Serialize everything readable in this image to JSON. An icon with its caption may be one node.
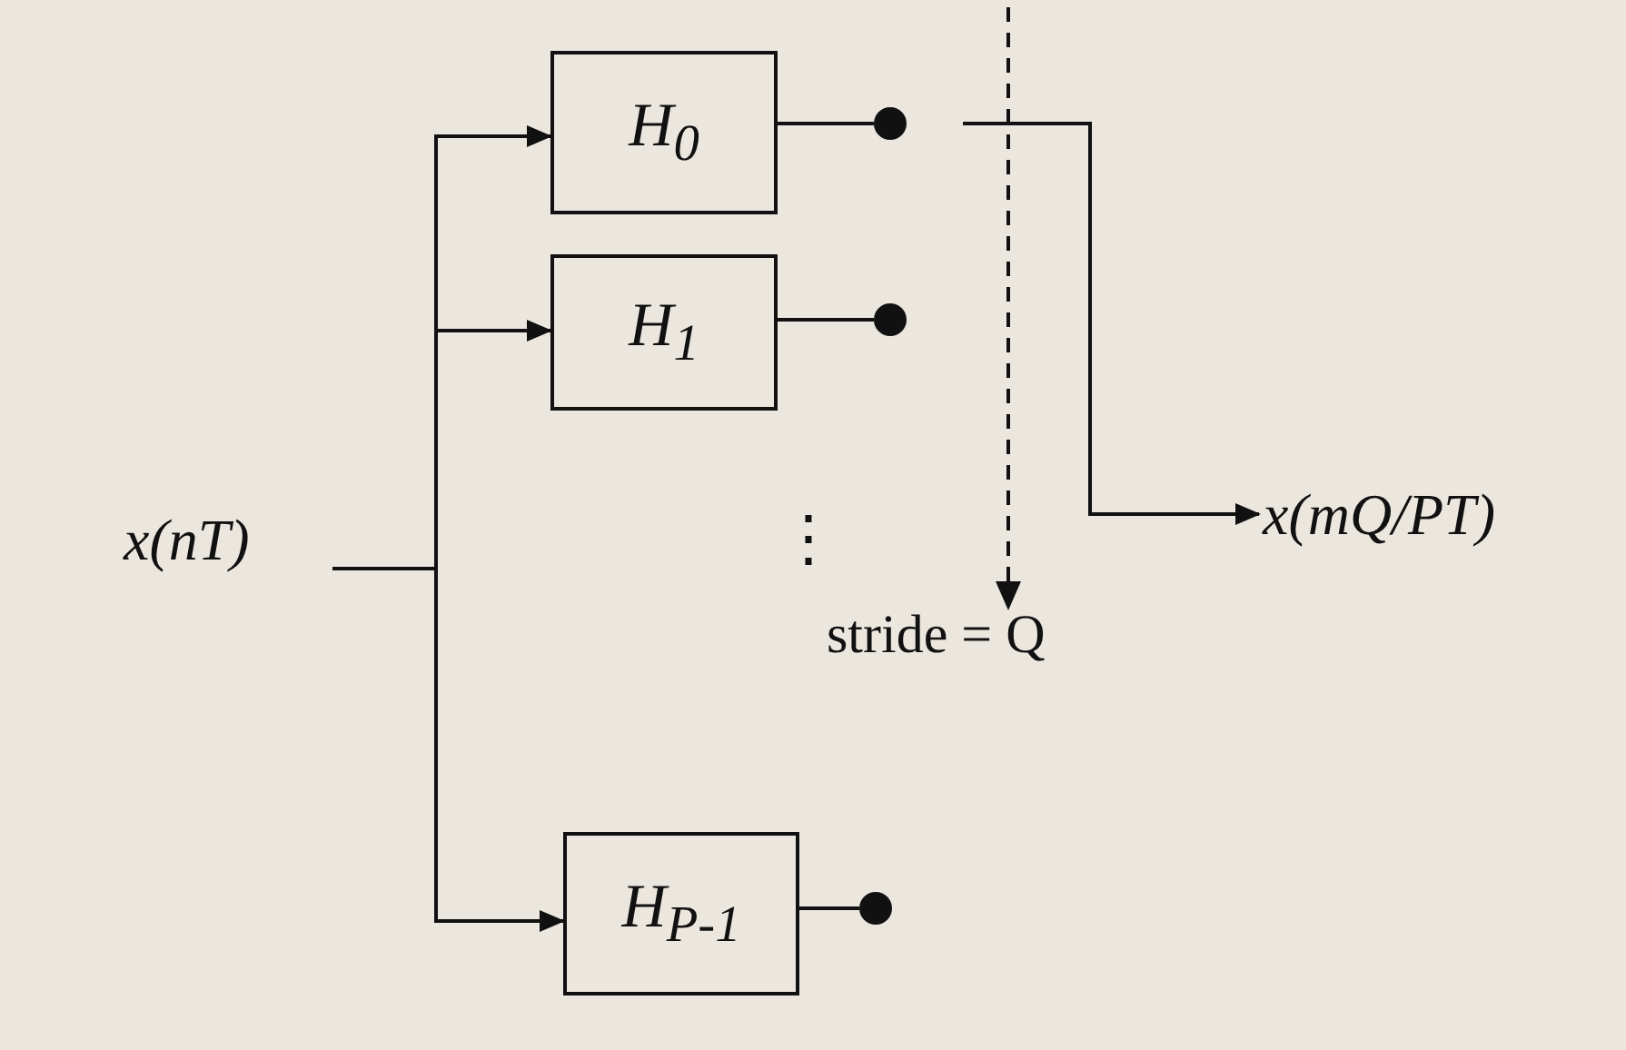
{
  "diagram": {
    "nodes": [
      {
        "text": [
          "x(nT)"
        ]
      },
      {
        "text": [
          "H$_{0}$"
        ]
      },
      {
        "text": [
          "H$_{1}$"
        ]
      },
      {
        "text": [
          "H$_{P-1}$"
        ]
      },
      {
        "text": [],
        "shape": "circle"
      },
      {
        "text": [],
        "shape": "circle"
      },
      {
        "text": [],
        "shape": "circle"
      },
      {
        "text": [
          "x(mQ/PT)"
        ]
      }
    ],
    "edges": [
      {
        "from": 0,
        "to": 1,
        "arrow": "to"
      },
      {
        "from": 0,
        "to": 2,
        "arrow": "to"
      },
      {
        "from": 0,
        "to": 3,
        "arrow": "to"
      },
      {
        "from": 1,
        "to": 4,
        "arrow": "none"
      },
      {
        "from": 2,
        "to": 5,
        "arrow": "none"
      },
      {
        "from": 3,
        "to": 6,
        "arrow": "none"
      },
      {
        "from": null,
        "to": 7,
        "arrow": "to"
      }
    ],
    "labels": [
      "⋮",
      "stride = Q"
    ]
  }
}
